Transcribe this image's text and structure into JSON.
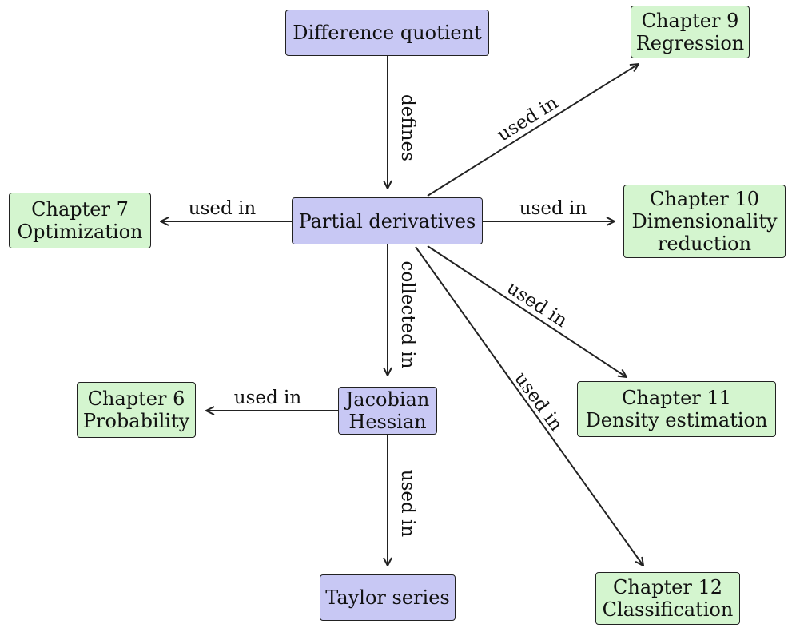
{
  "nodes": {
    "difference_quotient": {
      "lines": [
        "Difference quotient"
      ]
    },
    "partial_derivatives": {
      "lines": [
        "Partial derivatives"
      ]
    },
    "jacobian_hessian": {
      "lines": [
        "Jacobian",
        "Hessian"
      ]
    },
    "taylor_series": {
      "lines": [
        "Taylor series"
      ]
    },
    "chapter_9": {
      "lines": [
        "Chapter 9",
        "Regression"
      ]
    },
    "chapter_7": {
      "lines": [
        "Chapter 7",
        "Optimization"
      ]
    },
    "chapter_10": {
      "lines": [
        "Chapter 10",
        "Dimensionality",
        "reduction"
      ]
    },
    "chapter_6": {
      "lines": [
        "Chapter 6",
        "Probability"
      ]
    },
    "chapter_11": {
      "lines": [
        "Chapter 11",
        "Density estimation"
      ]
    },
    "chapter_12": {
      "lines": [
        "Chapter 12",
        "Classification"
      ]
    }
  },
  "edges": [
    {
      "id": "defines",
      "label": "defines"
    },
    {
      "id": "pd-ch9",
      "label": "used in"
    },
    {
      "id": "pd-ch7",
      "label": "used in"
    },
    {
      "id": "pd-ch10",
      "label": "used in"
    },
    {
      "id": "collected-in",
      "label": "collected in"
    },
    {
      "id": "pd-ch11",
      "label": "used in"
    },
    {
      "id": "pd-ch12",
      "label": "used in"
    },
    {
      "id": "jh-ch6",
      "label": "used in"
    },
    {
      "id": "jh-taylor",
      "label": "used in"
    }
  ],
  "colors": {
    "concept_fill": "#c8c8f4",
    "chapter_fill": "#d4f5cf",
    "stroke": "#222222"
  }
}
